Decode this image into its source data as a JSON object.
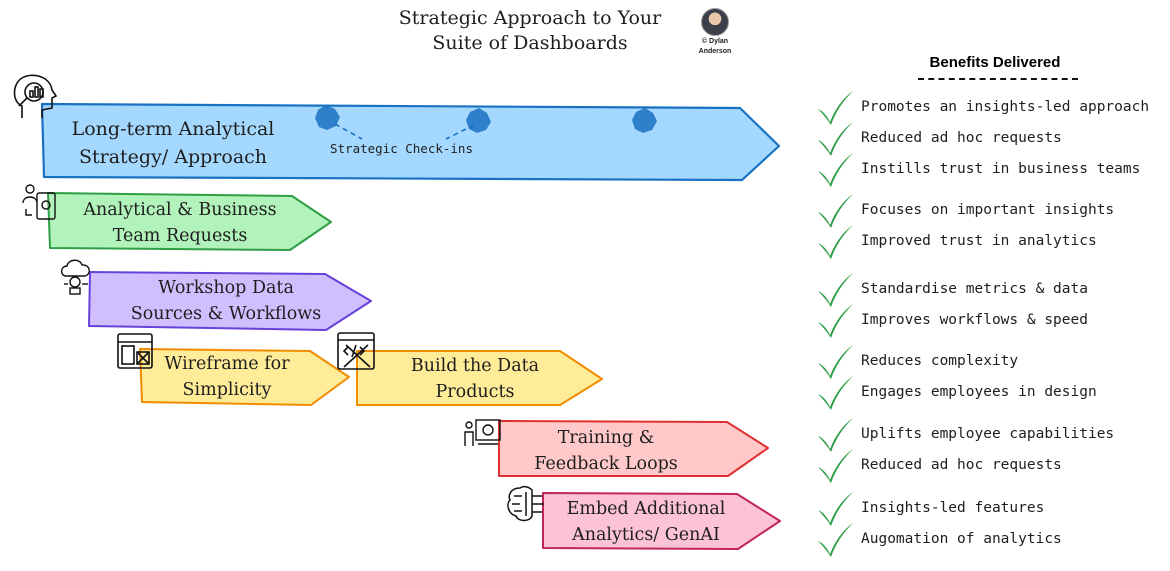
{
  "header": {
    "title_line1": "Strategic Approach to Your",
    "title_line2": "Suite of Dashboards",
    "author_credit_line1": "© Dylan",
    "author_credit_line2": "Anderson"
  },
  "benefits_heading": "Benefits Delivered",
  "strategy_band": {
    "label_line1": "Long-term Analytical",
    "label_line2": "Strategy/ Approach",
    "checkins_label": "Strategic Check-ins"
  },
  "steps": [
    {
      "line1": "Analytical & Business",
      "line2": "Team Requests",
      "color": "#b2f2bb",
      "stroke": "#2f9e44",
      "icon": "person-gear-icon"
    },
    {
      "line1": "Workshop Data",
      "line2": "Sources & Workflows",
      "color": "#d0bfff",
      "stroke": "#6741d9",
      "icon": "cloud-gear-icon"
    },
    {
      "line1": "Wireframe for",
      "line2": "Simplicity",
      "color": "#ffec99",
      "stroke": "#f08c00",
      "icon": "wireframe-icon"
    },
    {
      "line1": "Build the Data",
      "line2": "Products",
      "color": "#ffec99",
      "stroke": "#f08c00",
      "icon": "code-tools-icon"
    },
    {
      "line1": "Training &",
      "line2": "Feedback Loops",
      "color": "#ffc9c9",
      "stroke": "#e03131",
      "icon": "presenter-board-icon"
    },
    {
      "line1": "Embed Additional",
      "line2": "Analytics/ GenAI",
      "color": "#fcc2d7",
      "stroke": "#c2255c",
      "icon": "ai-brain-icon"
    }
  ],
  "benefits": [
    "Promotes an insights-led approach",
    "Reduced ad hoc requests",
    "Instills trust in business teams",
    "Focuses on important insights",
    "Improved trust in analytics",
    "Standardise metrics & data",
    "Improves workflows & speed",
    "Reduces complexity",
    "Engages employees in design",
    "Uplifts employee capabilities",
    "Reduced ad hoc requests",
    "Insights-led features",
    "Augomation of analytics"
  ],
  "colors": {
    "strategy_fill": "#a5d8ff",
    "strategy_stroke": "#1971c2",
    "tick": "#2f9e44"
  }
}
